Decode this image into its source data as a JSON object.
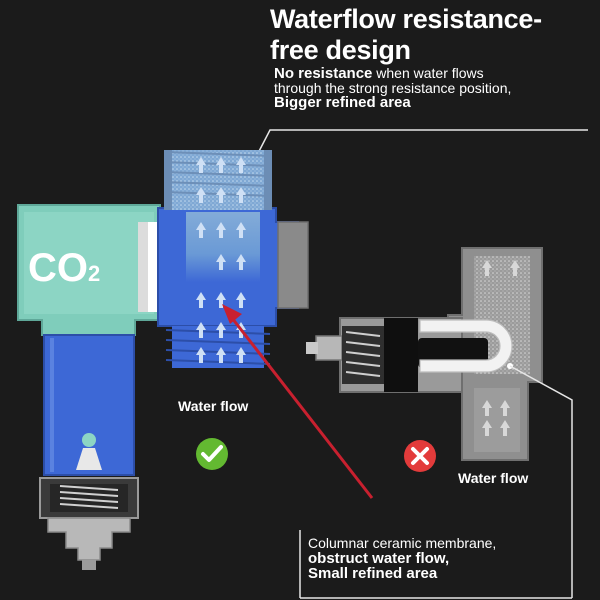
{
  "header": {
    "title_line1": "Waterflow resistance-",
    "title_line2": "free design",
    "subtitle_bold1": "No resistance",
    "subtitle_rest1": " when water flows",
    "subtitle_line2": "through the strong resistance position,",
    "subtitle_bold2": "Bigger refined area"
  },
  "left_design": {
    "co2_main": "CO",
    "co2_sub": "2",
    "flow_label": "Water flow",
    "status_icon": "check-icon",
    "status_color": "#63b931"
  },
  "right_design": {
    "flow_label": "Water flow",
    "status_icon": "cross-icon",
    "status_color": "#e33b3b"
  },
  "note": {
    "line1": "Columnar ceramic membrane,",
    "line2": "obstruct water flow,",
    "line3": "Small refined area"
  },
  "colors": {
    "teal": "#8cd5c4",
    "blue": "#3d68d6",
    "grey_body": "#8f8f8f",
    "arrow_red": "#c8202f"
  }
}
